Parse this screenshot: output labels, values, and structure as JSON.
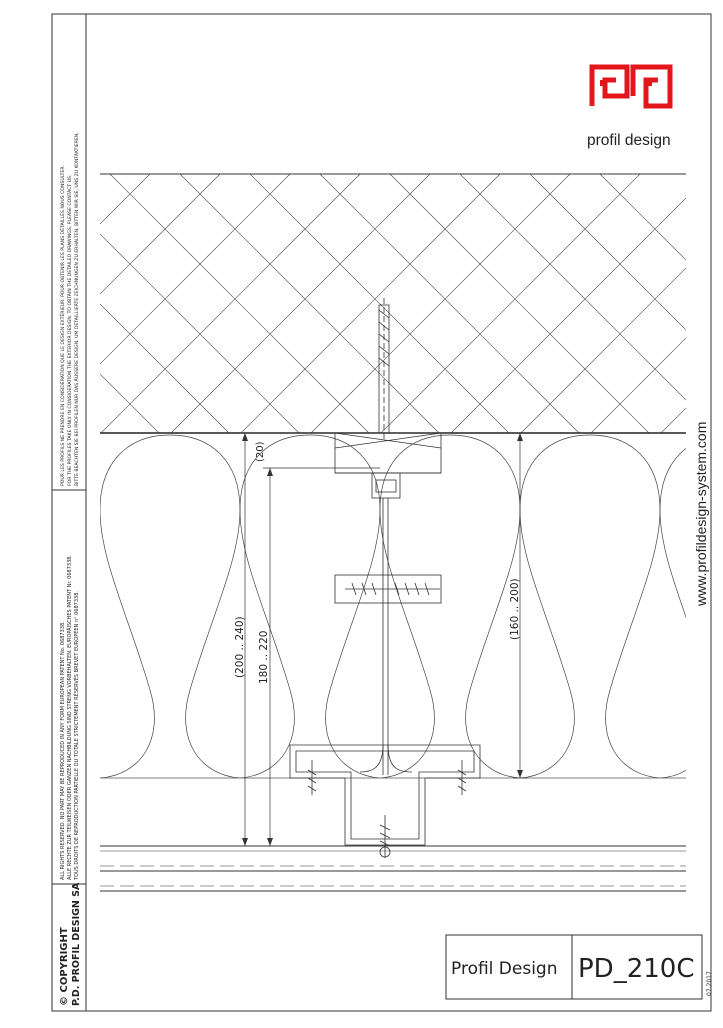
{
  "sidebar": {
    "copyright_line1": "© COPYRIGHT",
    "copyright_line2": "P.D. PROFIL DESIGN SA",
    "rights_en": "ALL RIGHTS RESERVED. NO PART MAY BE REPRODUCED IN ANY FORM EUROPEAN PATENT No. 0687338.",
    "rights_de": "ALLE RECHTE ZUR TEILWEISEN ODER GANZEN NACHBILDUNG SIND STRENG VORBEHALTEN. EUROPÄISCHES PATENT Nr. 0687338.",
    "rights_fr": "TOUS DROITS DE REPRODUCTION PARTIELLE OU TOTALE STRICTEMENT RÉSERVÉS BREVET EUROPÉEN n° 0687338.",
    "note_fr": "POUR LES PROFILS NE PRENDRE EN CONSIDÉRATION QUE LE DESIGN EXTÉRIEUR. POUR OBTENIR LES PLANS DÉTAILLÉS NOUS CONSULTER.",
    "note_en": "FOR THE PROFILES TAKE ONLY IN CONSIDERATION THE EXTERIOR DESIGN. TO OBTAIN THE DETAILED DRAWINGS, PLEASE CONTACT US.",
    "note_de": "BITTE BEACHTEN SIE BEI PROFILEN NUR DAS ÄUSSERE DESIGN. UM DETAILLIERTE ZEICHNUNGEN ZU ERHALTEN, BITTEN WIR SIE, UNS ZU KONTAKTIEREN."
  },
  "logo": {
    "brand": "profil design",
    "color": "#e3161b"
  },
  "website": "www.profildesign-system.com",
  "dimensions": {
    "d1": "(20)",
    "d2": "(200 .. 240)",
    "d3": "180 .. 220",
    "d4": "(160 .. 200)"
  },
  "title_block": {
    "company": "Profil Design",
    "code": "PD_210C",
    "date": "07.2017"
  }
}
